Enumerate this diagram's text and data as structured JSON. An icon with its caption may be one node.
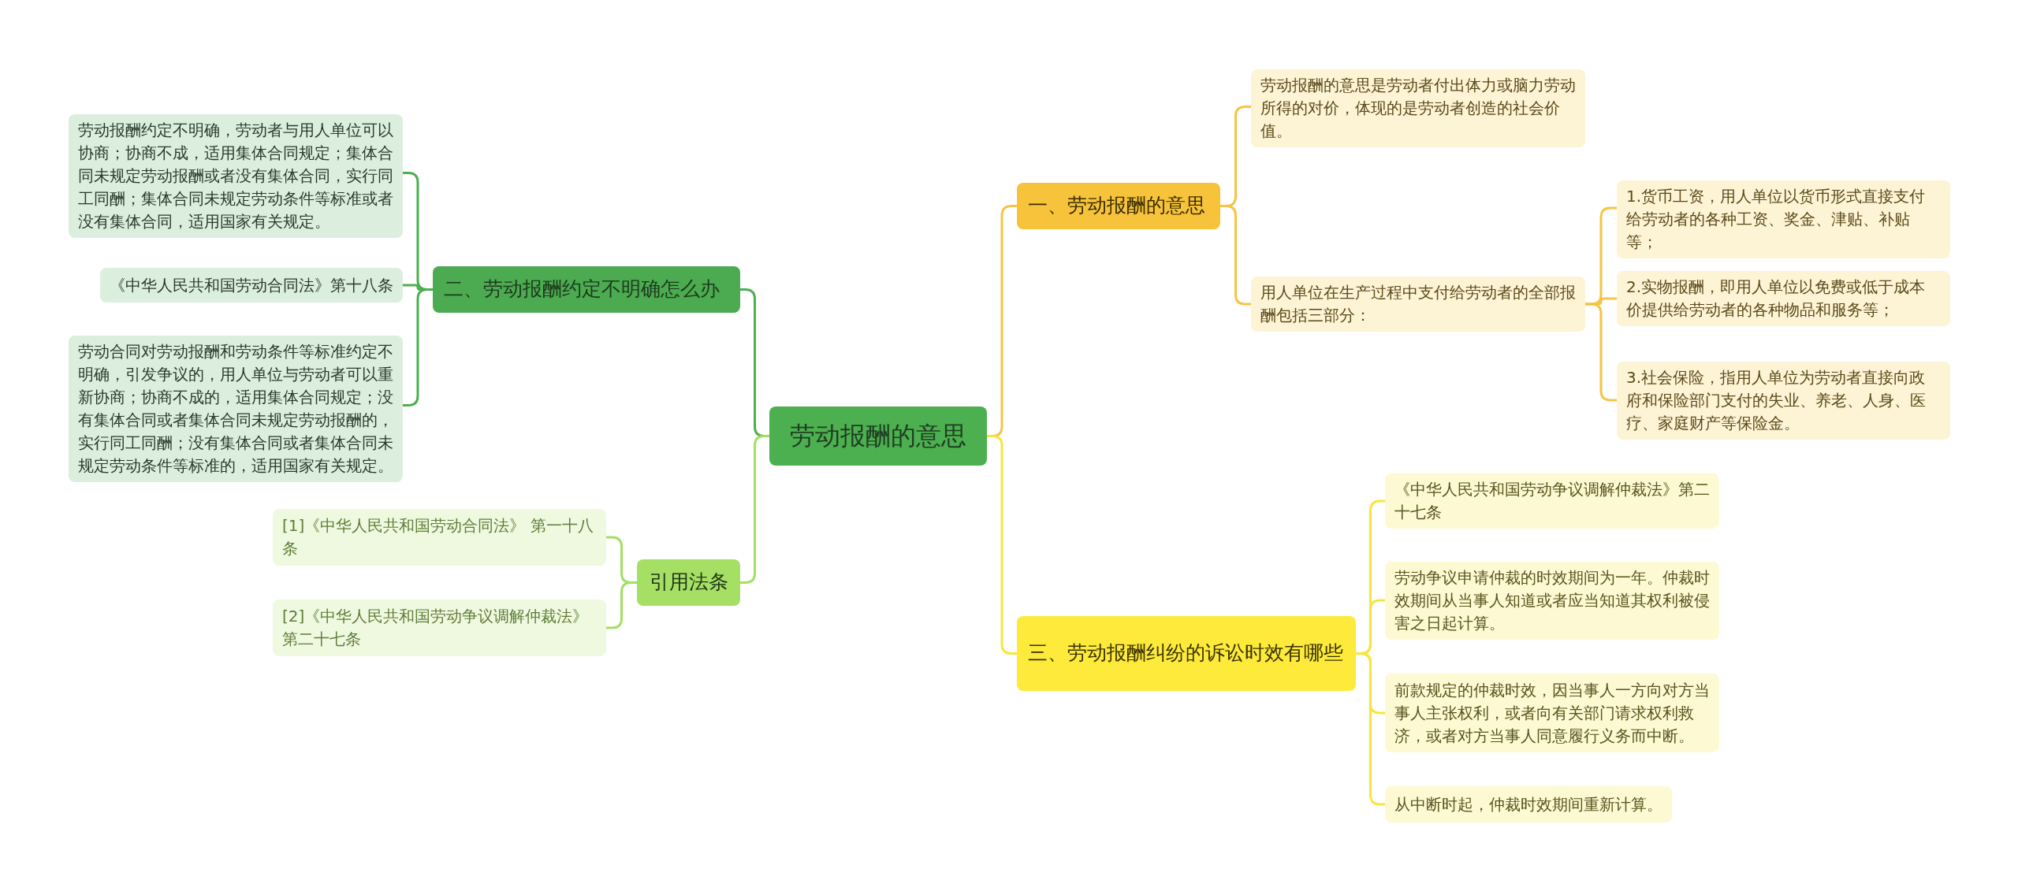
{
  "diagram": {
    "nodes": [
      {
        "text": [
          "劳动报酬的意思"
        ]
      },
      {
        "text": [
          "一、劳动报酬的意思"
        ]
      },
      {
        "text": [
          "劳动报酬的意思是劳动者付出体力或脑力劳动所得的对价，体现的是劳动者创造的社会价值。"
        ]
      },
      {
        "text": [
          "用人单位在生产过程中支付给劳动者的全部报酬包括三部分："
        ]
      },
      {
        "text": [
          "1.货币工资，用人单位以货币形式直接支付给劳动者的各种工资、奖金、津贴、补贴等；"
        ]
      },
      {
        "text": [
          "2.实物报酬，即用人单位以免费或低于成本价提供给劳动者的各种物品和服务等；"
        ]
      },
      {
        "text": [
          "3.社会保险，指用人单位为劳动者直接向政府和保险部门支付的失业、养老、人身、医疗、家庭财产等保险金。"
        ]
      },
      {
        "text": [
          "三、劳动报酬纠纷的诉讼时效有哪些"
        ]
      },
      {
        "text": [
          "《中华人民共和国劳动争议调解仲裁法》第二十七条"
        ]
      },
      {
        "text": [
          "劳动争议申请仲裁的时效期间为一年。仲裁时效期间从当事人知道或者应当知道其权利被侵害之日起计算。"
        ]
      },
      {
        "text": [
          "前款规定的仲裁时效，因当事人一方向对方当事人主张权利，或者向有关部门请求权利救济，或者对方当事人同意履行义务而中断。"
        ]
      },
      {
        "text": [
          "从中断时起，仲裁时效期间重新计算。"
        ]
      },
      {
        "text": [
          "二、劳动报酬约定不明确怎么办"
        ]
      },
      {
        "text": [
          "劳动报酬约定不明确，劳动者与用人单位可以协商；协商不成，适用集体合同规定；集体合同未规定劳动报酬或者没有集体合同，实行同工同酬；集体合同未规定劳动条件等标准或者没有集体合同，适用国家有关规定。"
        ]
      },
      {
        "text": [
          "《中华人民共和国劳动合同法》第十八条"
        ]
      },
      {
        "text": [
          "劳动合同对劳动报酬和劳动条件等标准约定不明确，引发争议的，用人单位与劳动者可以重新协商；协商不成的，适用集体合同规定；没有集体合同或者集体合同未规定劳动报酬的，实行同工同酬；没有集体合同或者集体合同未规定劳动条件等标准的，适用国家有关规定。"
        ]
      },
      {
        "text": [
          "引用法条"
        ]
      },
      {
        "text": [
          "[1]《中华人民共和国劳动合同法》 第一十八条"
        ]
      },
      {
        "text": [
          "[2]《中华人民共和国劳动争议调解仲裁法》第二十七条"
        ]
      }
    ],
    "edges": [
      {
        "from": 0,
        "to": 1,
        "arrow": "none",
        "color": "#f5c443"
      },
      {
        "from": 1,
        "to": 2,
        "arrow": "none",
        "color": "#f5c443"
      },
      {
        "from": 1,
        "to": 3,
        "arrow": "none",
        "color": "#f5c443"
      },
      {
        "from": 3,
        "to": 4,
        "arrow": "none",
        "color": "#f5c443"
      },
      {
        "from": 3,
        "to": 5,
        "arrow": "none",
        "color": "#f5c443"
      },
      {
        "from": 3,
        "to": 6,
        "arrow": "none",
        "color": "#f5c443"
      },
      {
        "from": 0,
        "to": 7,
        "arrow": "none",
        "color": "#f7e53b"
      },
      {
        "from": 7,
        "to": 8,
        "arrow": "none",
        "color": "#f7e53b"
      },
      {
        "from": 7,
        "to": 9,
        "arrow": "none",
        "color": "#f7e53b"
      },
      {
        "from": 7,
        "to": 10,
        "arrow": "none",
        "color": "#f7e53b"
      },
      {
        "from": 7,
        "to": 11,
        "arrow": "none",
        "color": "#f7e53b"
      },
      {
        "from": 0,
        "to": 12,
        "arrow": "none",
        "color": "#4caf50"
      },
      {
        "from": 12,
        "to": 13,
        "arrow": "none",
        "color": "#4caf50"
      },
      {
        "from": 12,
        "to": 14,
        "arrow": "none",
        "color": "#4caf50"
      },
      {
        "from": 12,
        "to": 15,
        "arrow": "none",
        "color": "#4caf50"
      },
      {
        "from": 0,
        "to": 16,
        "arrow": "none",
        "color": "#a3df62"
      },
      {
        "from": 16,
        "to": 17,
        "arrow": "none",
        "color": "#a3df62"
      },
      {
        "from": 16,
        "to": 18,
        "arrow": "none",
        "color": "#a3df62"
      }
    ]
  }
}
